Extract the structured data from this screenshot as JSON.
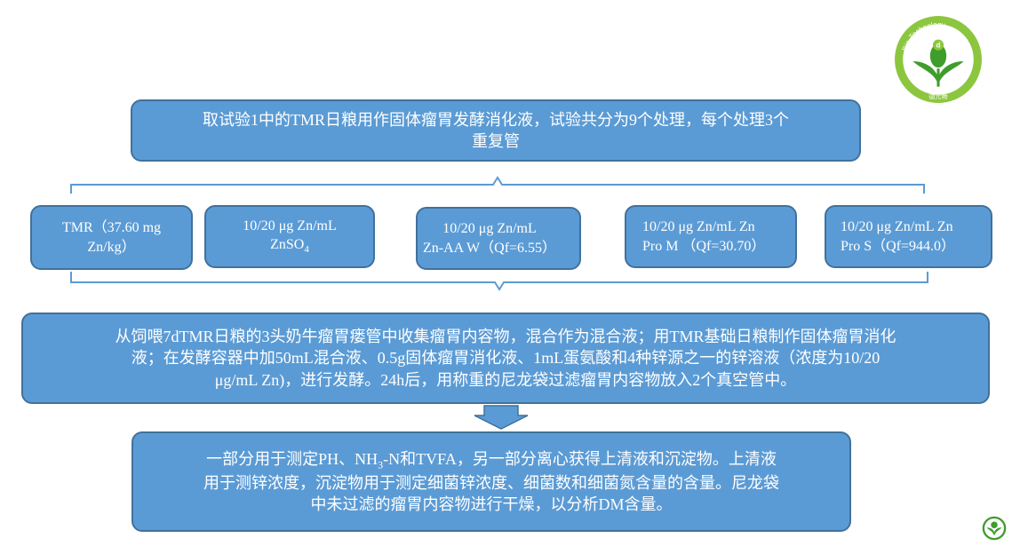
{
  "top_box": {
    "line1": "取试验1中的TMR日粮用作固体瘤胃发酵消化液，试验共分为9个处理，每个处理3个",
    "line2": "重复管"
  },
  "treatments": [
    {
      "line1": "TMR（37.60 mg",
      "line2": "Zn/kg）",
      "line2_sub": ""
    },
    {
      "line1": "10/20 μg Zn/mL",
      "line2": "ZnSO",
      "line2_sub": "4"
    },
    {
      "line1": "10/20 μg Zn/mL",
      "line2": "Zn-AA W（Qf=6.55）",
      "line2_sub": ""
    },
    {
      "line1": "10/20 μg Zn/mL  Zn",
      "line2": "Pro M （Qf=30.70）",
      "line2_sub": ""
    },
    {
      "line1": "10/20 μg Zn/mL  Zn",
      "line2": "Pro S（Qf=944.0）",
      "line2_sub": ""
    }
  ],
  "mid_box": {
    "line1": "从饲喂7dTMR日粮的3头奶牛瘤胃瘘管中收集瘤胃内容物，混合作为混合液；用TMR基础日粮制作固体瘤胃消化",
    "line2": "液；在发酵容器中加50mL混合液、0.5g固体瘤胃消化液、1mL蛋氨酸和4种锌源之一的锌溶液（浓度为10/20",
    "line3": "μg/mL Zn)，进行发酵。24h后，用称重的尼龙袋过滤瘤胃内容物放入2个真空管中。"
  },
  "bottom_box": {
    "line1_a": "一部分用于测定PH、NH",
    "line1_sub": "3",
    "line1_b": "-N和TVFA，另一部分离心获得上清液和沉淀物。上清液",
    "line2": "用于测锌浓度，沉淀物用于测定细菌锌浓度、细菌数和细菌氮含量的含量。尼龙袋",
    "line3": "中未过滤的瘤胃内容物进行干燥，以分析DM含量。"
  },
  "logo": {
    "ring_text": "Bio-Technology",
    "bottom_text": "德元畅",
    "letter": "d"
  },
  "colors": {
    "box_fill": "#5b9bd5",
    "box_border": "#41719c",
    "logo_green": "#3f9d2b",
    "logo_ring": "#8cc63f"
  }
}
